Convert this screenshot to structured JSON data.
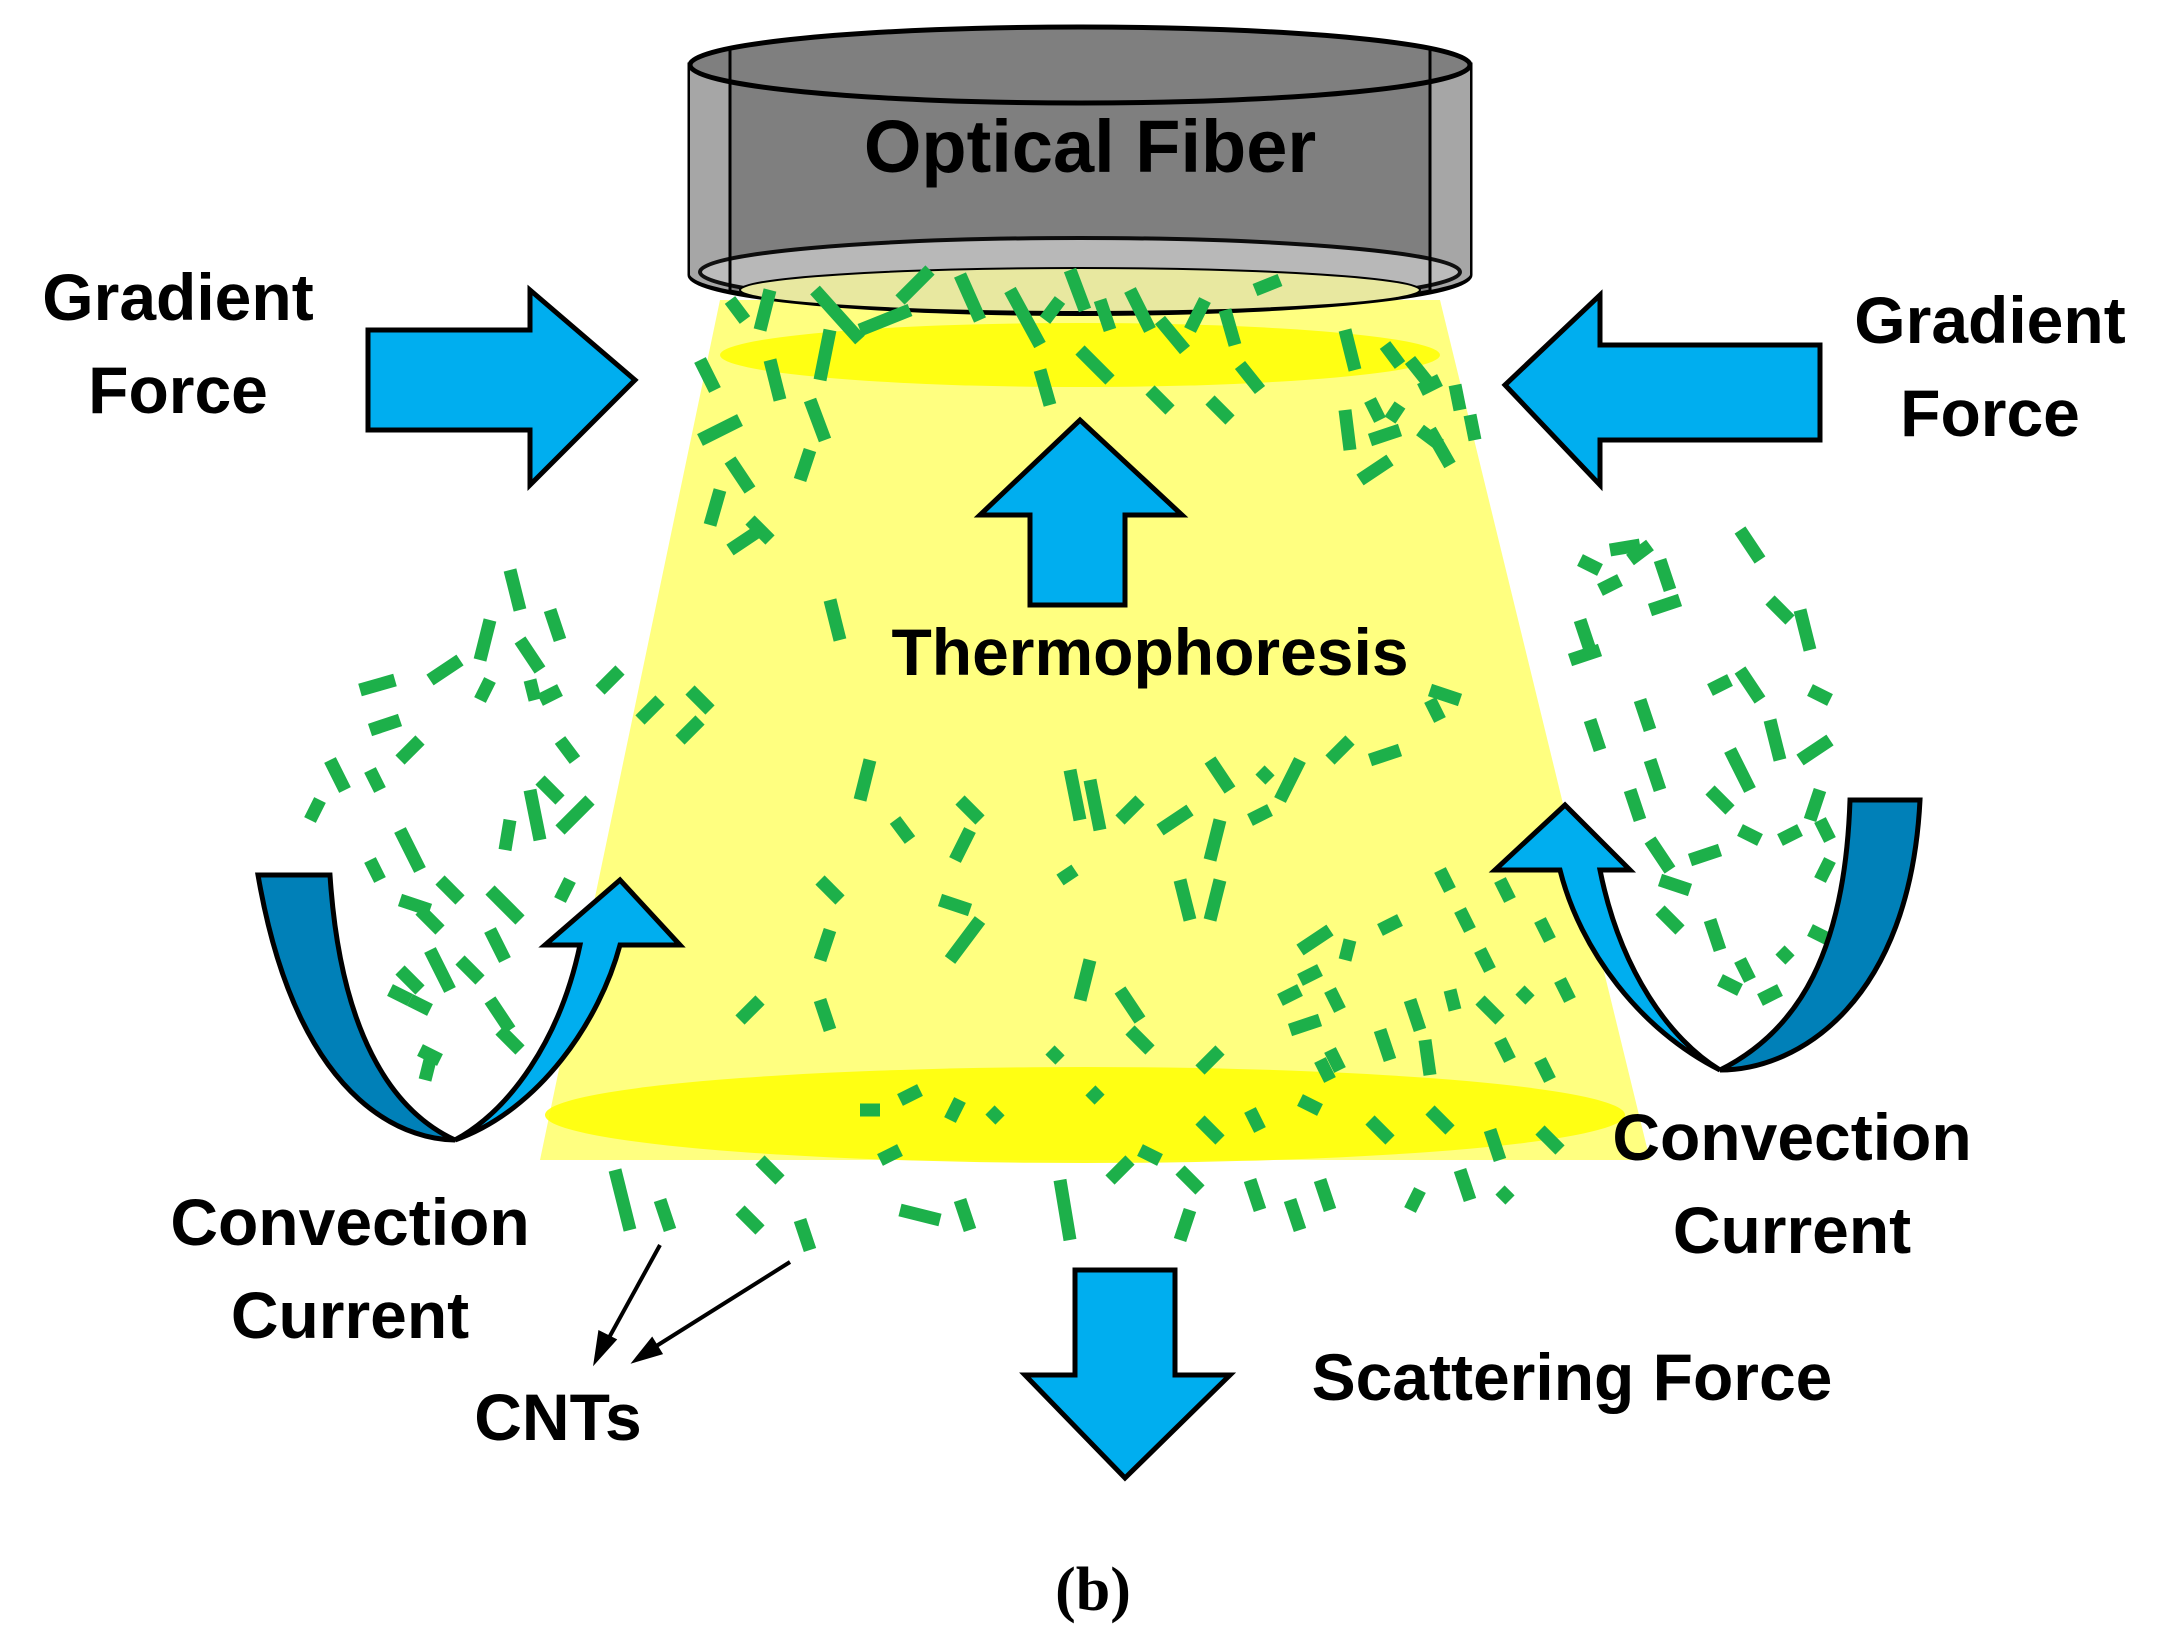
{
  "labels": {
    "optical_fiber": "Optical Fiber",
    "gradient_force_left_1": "Gradient",
    "gradient_force_left_2": "Force",
    "gradient_force_right_1": "Gradient",
    "gradient_force_right_2": "Force",
    "thermophoresis": "Thermophoresis",
    "convection_left_1": "Convection",
    "convection_left_2": "Current",
    "convection_right_1": "Convection",
    "convection_right_2": "Current",
    "scattering_force": "Scattering Force",
    "cnts": "CNTs",
    "caption": "(b)"
  },
  "colors": {
    "arrow_fill": "#00AEEF",
    "arrow_dark": "#0080B8",
    "beam": "#FFFF80",
    "beam_ellipse": "#FFFF00",
    "cnt": "#1DB04A",
    "fiber_body": "#7F7F7F",
    "fiber_side": "#A6A6A6"
  },
  "icons": {
    "gradient_left": "right-arrow-icon",
    "gradient_right": "left-arrow-icon",
    "thermophoresis": "up-arrow-icon",
    "scattering": "down-arrow-icon",
    "convection": "curved-arrow-icon"
  }
}
